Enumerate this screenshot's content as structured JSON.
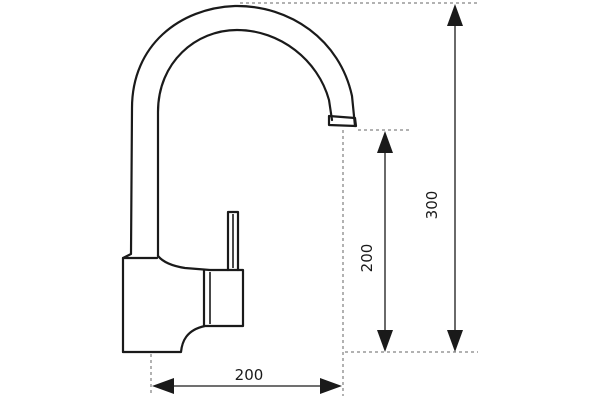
{
  "dimensions": {
    "total_height": "300",
    "spout_height": "200",
    "spout_reach": "200"
  },
  "colors": {
    "line": "#1a1a1a",
    "extension": "#666666",
    "background": "#ffffff"
  }
}
